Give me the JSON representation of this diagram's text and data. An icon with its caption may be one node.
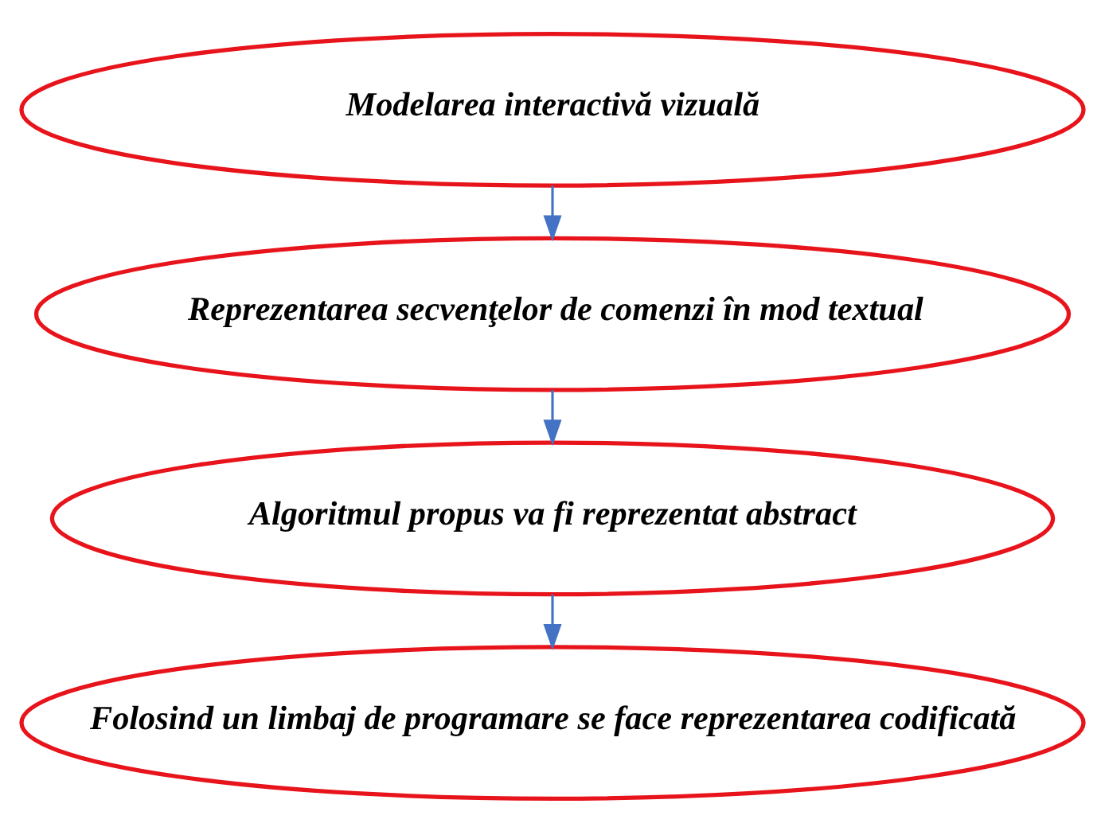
{
  "diagram": {
    "nodes": [
      {
        "text": [
          "Modelarea interactivă vizuală"
        ]
      },
      {
        "text": [
          "Reprezentarea secvenţelor de comenzi în mod textual"
        ]
      },
      {
        "text": [
          "Algoritmul propus va fi reprezentat abstract"
        ]
      },
      {
        "text": [
          "Folosind un limbaj de programare se face reprezentarea codificată"
        ]
      }
    ],
    "edges": [
      {
        "from": 0,
        "to": 1,
        "arrow": "to"
      },
      {
        "from": 1,
        "to": 2,
        "arrow": "to"
      },
      {
        "from": 2,
        "to": 3,
        "arrow": "to"
      }
    ]
  }
}
